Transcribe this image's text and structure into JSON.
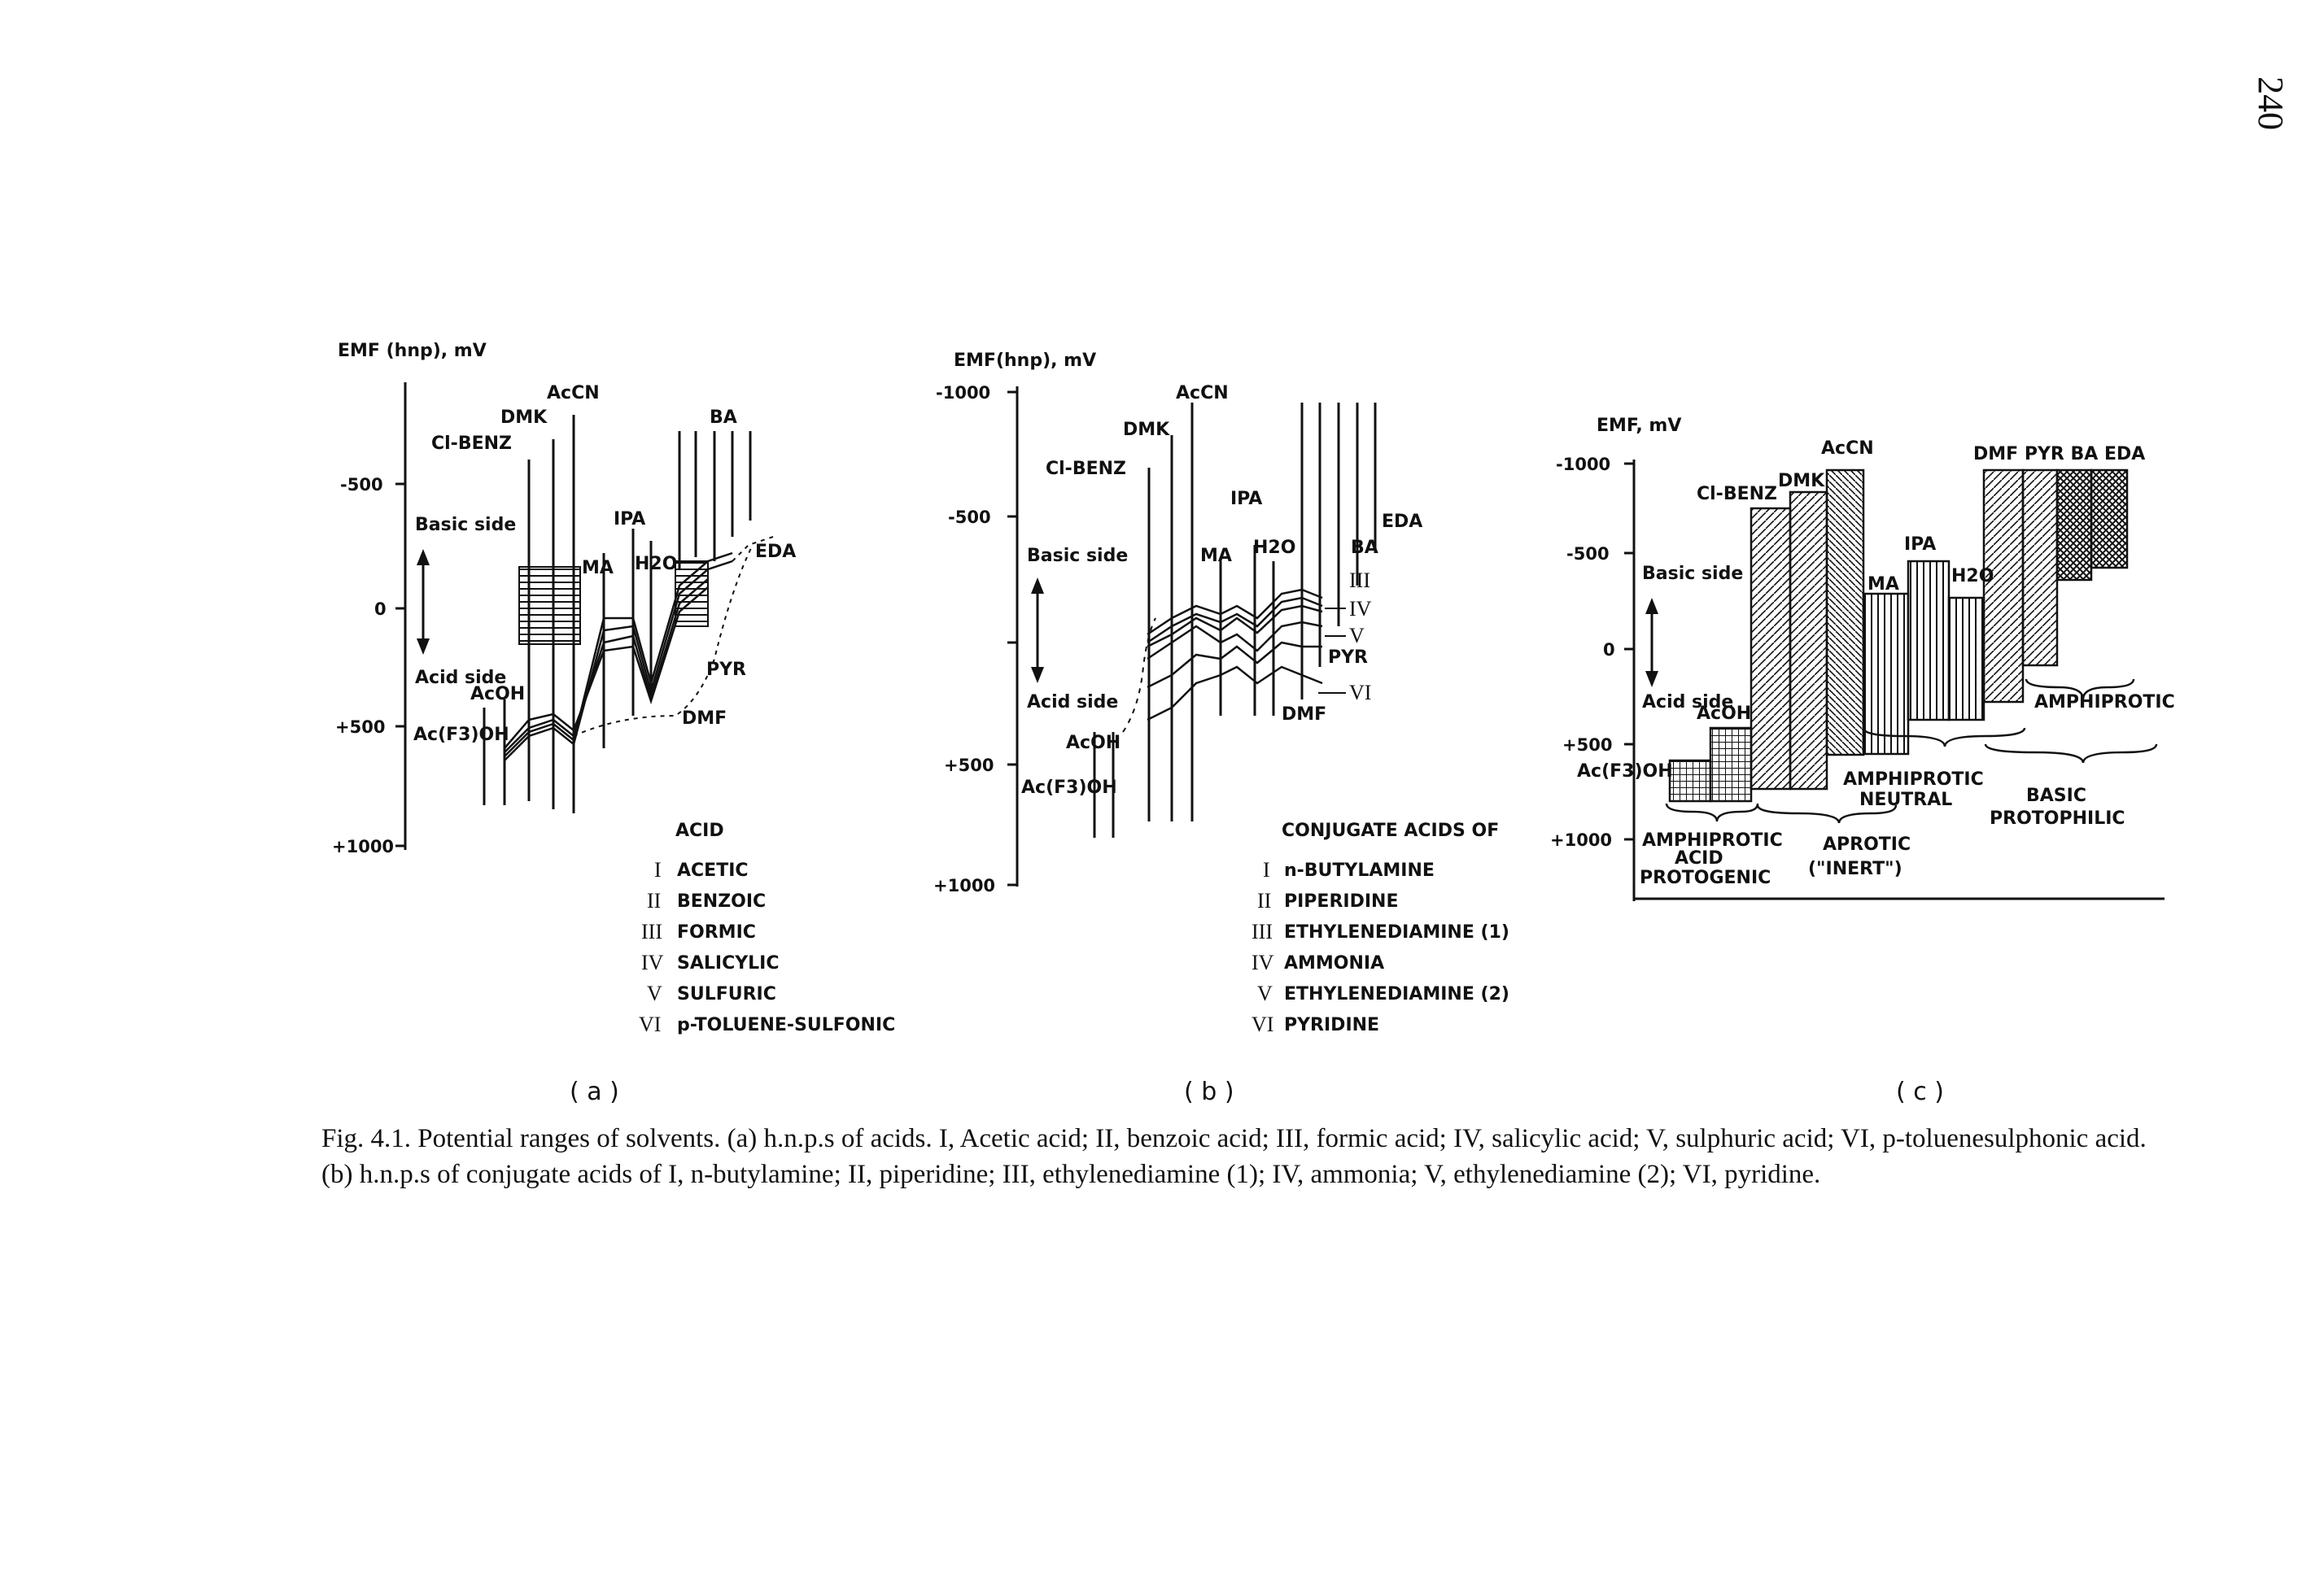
{
  "page_number": "240",
  "panel_a": {
    "axis_title": "EMF (hnp), mV",
    "ticks": [
      "-500",
      "0",
      "+500",
      "+1000"
    ],
    "side_top": "Basic side",
    "side_bottom": "Acid side",
    "solvents": [
      "AcCN",
      "DMK",
      "Cl-BENZ",
      "BA",
      "IPA",
      "MA",
      "H2O",
      "EDA",
      "PYR",
      "DMF",
      "AcOH",
      "Ac(F3)OH"
    ],
    "list_title": "ACID",
    "list": [
      {
        "num": "I",
        "name": "ACETIC"
      },
      {
        "num": "II",
        "name": "BENZOIC"
      },
      {
        "num": "III",
        "name": "FORMIC"
      },
      {
        "num": "IV",
        "name": "SALICYLIC"
      },
      {
        "num": "V",
        "name": "SULFURIC"
      },
      {
        "num": "VI",
        "name": "p-TOLUENE-SULFONIC"
      }
    ],
    "panel_label": "( a )"
  },
  "panel_b": {
    "axis_title": "EMF(hnp), mV",
    "ticks": [
      "-1000",
      "-500",
      "+500",
      "+1000"
    ],
    "side_top": "Basic side",
    "side_bottom": "Acid side",
    "solvents": [
      "AcCN",
      "DMK",
      "Cl-BENZ",
      "IPA",
      "EDA",
      "BA",
      "MA",
      "H2O",
      "PYR",
      "DMF",
      "AcOH",
      "Ac(F3)OH"
    ],
    "arrows": [
      "III",
      "IV",
      "V",
      "VI"
    ],
    "list_title": "CONJUGATE ACIDS OF",
    "list": [
      {
        "num": "I",
        "name": "n-BUTYLAMINE"
      },
      {
        "num": "II",
        "name": "PIPERIDINE"
      },
      {
        "num": "III",
        "name": "ETHYLENEDIAMINE (1)"
      },
      {
        "num": "IV",
        "name": "AMMONIA"
      },
      {
        "num": "V",
        "name": "ETHYLENEDIAMINE (2)"
      },
      {
        "num": "VI",
        "name": "PYRIDINE"
      }
    ],
    "panel_label": "( b )"
  },
  "panel_c": {
    "axis_title": "EMF, mV",
    "ticks": [
      "-1000",
      "-500",
      "0",
      "+500",
      "+1000"
    ],
    "side_top": "Basic side",
    "side_bottom": "Acid side",
    "solvents": [
      "AcCN",
      "DMK",
      "Cl-BENZ",
      "IPA",
      "MA",
      "H2O",
      "DMF PYR BA EDA",
      "AcOH",
      "Ac(F3)OH"
    ],
    "groups": [
      "AMPHIPROTIC",
      "AMPHIPROTIC NEUTRAL",
      "BASIC PROTOPHILIC",
      "AMPHIPROTIC ACID PROTOGENIC",
      "APROTIC (\"INERT\")"
    ],
    "panel_label": "( c )"
  },
  "caption": "Fig. 4.1. Potential ranges of solvents. (a) h.n.p.s of acids. I, Acetic acid; II, benzoic acid; III, formic acid; IV, salicylic acid; V, sulphuric acid; VI, p-toluenesulphonic acid. (b) h.n.p.s of conjugate acids of I, n-butylamine; II, piperidine; III, ethylenediamine (1); IV, ammonia; V, ethylenediamine (2); VI, pyridine."
}
